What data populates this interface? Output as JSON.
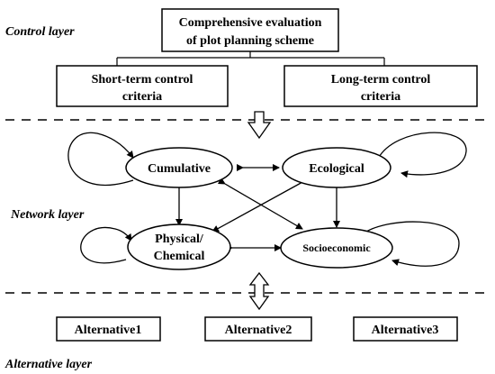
{
  "layers": {
    "control": "Control layer",
    "network": "Network layer",
    "alternative": "Alternative layer"
  },
  "goal": {
    "line1": "Comprehensive evaluation",
    "line2": "of plot planning scheme"
  },
  "criteria": [
    {
      "line1": "Short-term control",
      "line2": "criteria"
    },
    {
      "line1": "Long-term control",
      "line2": "criteria"
    }
  ],
  "nodes": {
    "cumulative": "Cumulative",
    "ecological": "Ecological",
    "physical_line1": "Physical/",
    "physical_line2": "Chemical",
    "socioeconomic": "Socioeconomic"
  },
  "alternatives": [
    "Alternative1",
    "Alternative2",
    "Alternative3"
  ],
  "colors": {
    "stroke": "#000000",
    "background": "#ffffff"
  }
}
